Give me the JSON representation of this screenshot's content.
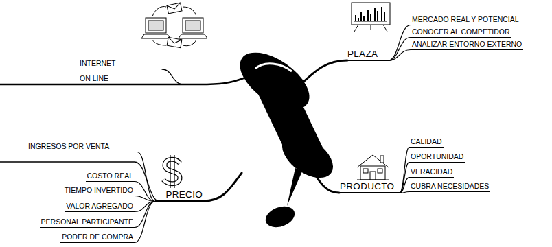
{
  "diagram": {
    "nodes": [
      {
        "text": [
          "INTERNET"
        ]
      },
      {
        "text": [
          "ON LINE"
        ]
      },
      {
        "text": [
          "PLAZA"
        ]
      },
      {
        "text": [
          "MERCADO REAL Y POTENCIAL"
        ]
      },
      {
        "text": [
          "CONOCER AL COMPETIDOR"
        ]
      },
      {
        "text": [
          "ANALIZAR ENTORNO EXTERNO"
        ]
      },
      {
        "text": [
          "PRODUCTO"
        ]
      },
      {
        "text": [
          "CALIDAD"
        ]
      },
      {
        "text": [
          "OPORTUNIDAD"
        ]
      },
      {
        "text": [
          "VERACIDAD"
        ]
      },
      {
        "text": [
          "CUBRA NECESIDADES"
        ]
      },
      {
        "text": [
          "PRECIO"
        ]
      },
      {
        "text": [
          "INGRESOS POR VENTA"
        ]
      },
      {
        "text": [
          "COSTO REAL"
        ]
      },
      {
        "text": [
          "TIEMPO INVERTIDO"
        ]
      },
      {
        "text": [
          "VALOR AGREGADO"
        ]
      },
      {
        "text": [
          "PERSONAL PARTICIPANTE"
        ]
      },
      {
        "text": [
          "PODER DE COMPRA"
        ]
      }
    ],
    "edges": [
      {
        "from": 2,
        "to": 3,
        "arrow": "none"
      },
      {
        "from": 2,
        "to": 4,
        "arrow": "none"
      },
      {
        "from": 2,
        "to": 5,
        "arrow": "none"
      },
      {
        "from": 6,
        "to": 7,
        "arrow": "none"
      },
      {
        "from": 6,
        "to": 8,
        "arrow": "none"
      },
      {
        "from": 6,
        "to": 9,
        "arrow": "none"
      },
      {
        "from": 6,
        "to": 10,
        "arrow": "none"
      },
      {
        "from": 11,
        "to": 12,
        "arrow": "none"
      },
      {
        "from": 11,
        "to": 13,
        "arrow": "none"
      },
      {
        "from": 11,
        "to": 14,
        "arrow": "none"
      },
      {
        "from": 11,
        "to": 15,
        "arrow": "none"
      },
      {
        "from": 11,
        "to": 16,
        "arrow": "none"
      },
      {
        "from": 11,
        "to": 17,
        "arrow": "none"
      }
    ]
  }
}
